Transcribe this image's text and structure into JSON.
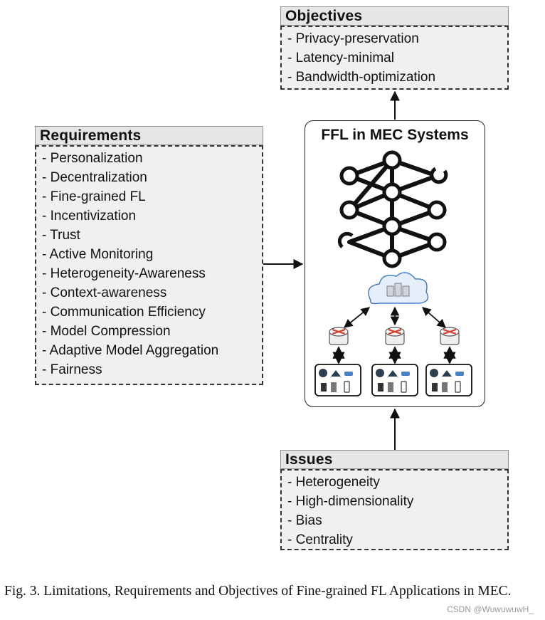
{
  "requirements": {
    "title": "Requirements",
    "items": [
      "- Personalization",
      "- Decentralization",
      "- Fine-grained FL",
      "- Incentivization",
      "- Trust",
      "- Active Monitoring",
      "- Heterogeneity-Awareness",
      "- Context-awareness",
      "- Communication Efficiency",
      "- Model Compression",
      "- Adaptive Model Aggregation",
      "- Fairness"
    ]
  },
  "objectives": {
    "title": "Objectives",
    "items": [
      "- Privacy-preservation",
      "- Latency-minimal",
      "- Bandwidth-optimization"
    ]
  },
  "issues": {
    "title": "Issues",
    "items": [
      "- Heterogeneity",
      "- High-dimensionality",
      "- Bias",
      "- Centrality"
    ]
  },
  "center": {
    "title": "FFL in MEC Systems"
  },
  "caption": "Fig. 3.  Limitations, Requirements and Objectives of Fine-grained FL Applications in MEC.",
  "watermark": "CSDN @WuwuwuwH_",
  "colors": {
    "box_fill": "#f0f0f0",
    "head_fill": "#e6e6e6",
    "stroke": "#222222",
    "router_red": "#d63b2f",
    "cloud_blue": "#4a7fc1"
  }
}
